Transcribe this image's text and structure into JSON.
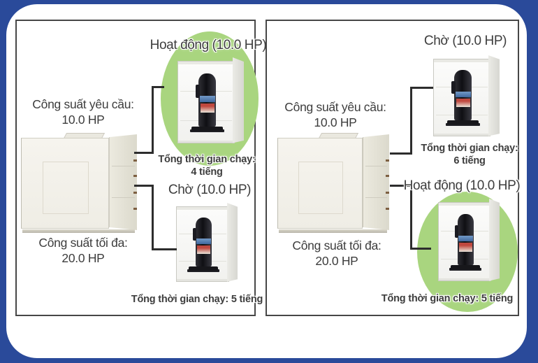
{
  "colors": {
    "frame_blue": "#2a4a9a",
    "highlight_green": "#a9d57f",
    "panel_border": "#474747",
    "text": "#3d3d3d"
  },
  "panels": [
    {
      "name": "scenario-1",
      "capacity_required_label": "Công suất yêu cầu:",
      "capacity_required_value": "10.0 HP",
      "capacity_max_label": "Công suất tối đa:",
      "capacity_max_value": "20.0 HP",
      "top_unit": {
        "status": "Hoạt động (10.0 HP)",
        "highlighted": true,
        "runtime_label": "Tổng thời gian chạy:",
        "runtime_value": "4 tiếng"
      },
      "bottom_unit": {
        "status": "Chờ (10.0 HP)",
        "highlighted": false,
        "runtime_text": "Tổng thời gian chạy: 5 tiếng"
      }
    },
    {
      "name": "scenario-2",
      "capacity_required_label": "Công suất yêu cầu:",
      "capacity_required_value": "10.0 HP",
      "capacity_max_label": "Công suất tối đa:",
      "capacity_max_value": "20.0 HP",
      "top_unit": {
        "status": "Chờ (10.0 HP)",
        "highlighted": false,
        "runtime_label": "Tổng thời gian chạy:",
        "runtime_value": "6 tiếng"
      },
      "bottom_unit": {
        "status": "Hoạt động (10.0 HP)",
        "highlighted": true,
        "runtime_text": "Tổng thời gian chạy: 5 tiếng"
      }
    }
  ]
}
